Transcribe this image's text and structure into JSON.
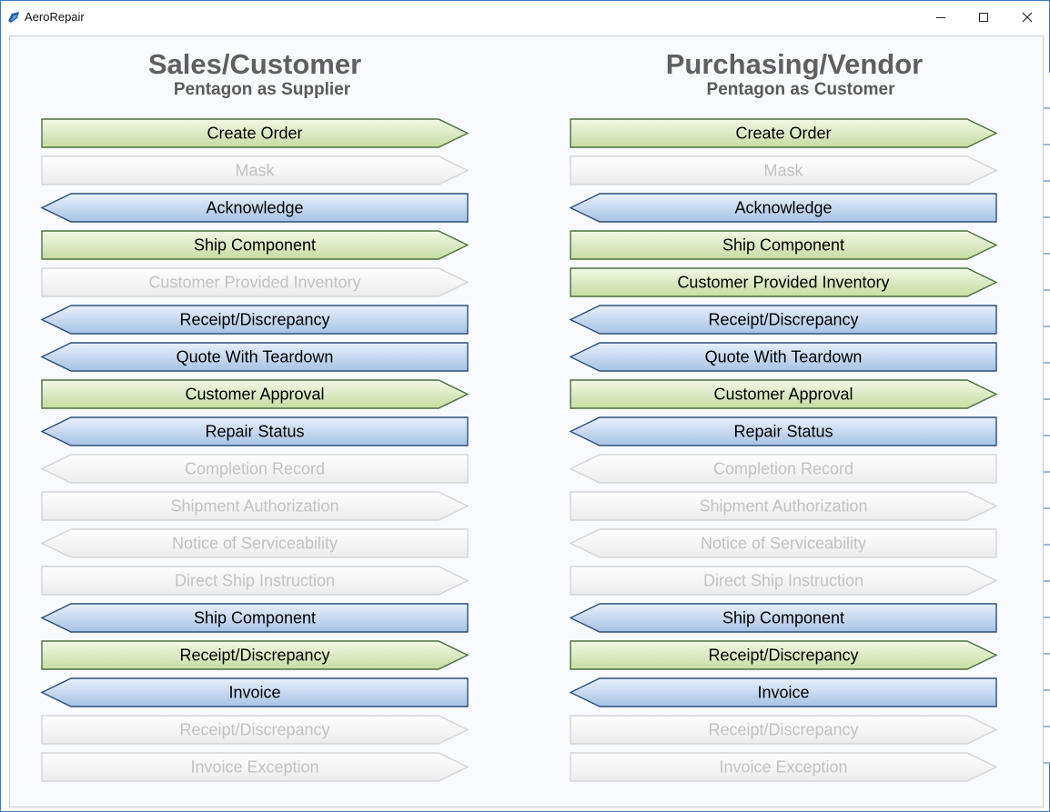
{
  "window": {
    "title": "AeroRepair"
  },
  "columns": [
    {
      "title": "Sales/Customer",
      "subtitle": "Pentagon as Supplier",
      "buttons": [
        {
          "label": "Create Order",
          "direction": "right",
          "style": "green"
        },
        {
          "label": "Mask",
          "direction": "right",
          "style": "disabled"
        },
        {
          "label": "Acknowledge",
          "direction": "left",
          "style": "blue"
        },
        {
          "label": "Ship Component",
          "direction": "right",
          "style": "green"
        },
        {
          "label": "Customer Provided Inventory",
          "direction": "right",
          "style": "disabled"
        },
        {
          "label": "Receipt/Discrepancy",
          "direction": "left",
          "style": "blue"
        },
        {
          "label": "Quote With Teardown",
          "direction": "left",
          "style": "blue"
        },
        {
          "label": "Customer Approval",
          "direction": "right",
          "style": "green"
        },
        {
          "label": "Repair Status",
          "direction": "left",
          "style": "blue"
        },
        {
          "label": "Completion Record",
          "direction": "left",
          "style": "disabled"
        },
        {
          "label": "Shipment Authorization",
          "direction": "right",
          "style": "disabled"
        },
        {
          "label": "Notice of Serviceability",
          "direction": "left",
          "style": "disabled"
        },
        {
          "label": "Direct Ship Instruction",
          "direction": "right",
          "style": "disabled"
        },
        {
          "label": "Ship Component",
          "direction": "left",
          "style": "blue"
        },
        {
          "label": "Receipt/Discrepancy",
          "direction": "right",
          "style": "green"
        },
        {
          "label": "Invoice",
          "direction": "left",
          "style": "blue"
        },
        {
          "label": "Receipt/Discrepancy",
          "direction": "right",
          "style": "disabled"
        },
        {
          "label": "Invoice Exception",
          "direction": "right",
          "style": "disabled"
        }
      ]
    },
    {
      "title": "Purchasing/Vendor",
      "subtitle": "Pentagon as Customer",
      "buttons": [
        {
          "label": "Create Order",
          "direction": "right",
          "style": "green"
        },
        {
          "label": "Mask",
          "direction": "right",
          "style": "disabled"
        },
        {
          "label": "Acknowledge",
          "direction": "left",
          "style": "blue"
        },
        {
          "label": "Ship Component",
          "direction": "right",
          "style": "green"
        },
        {
          "label": "Customer Provided Inventory",
          "direction": "right",
          "style": "green"
        },
        {
          "label": "Receipt/Discrepancy",
          "direction": "left",
          "style": "blue"
        },
        {
          "label": "Quote With Teardown",
          "direction": "left",
          "style": "blue"
        },
        {
          "label": "Customer Approval",
          "direction": "right",
          "style": "green"
        },
        {
          "label": "Repair Status",
          "direction": "left",
          "style": "blue"
        },
        {
          "label": "Completion Record",
          "direction": "left",
          "style": "disabled"
        },
        {
          "label": "Shipment Authorization",
          "direction": "right",
          "style": "disabled"
        },
        {
          "label": "Notice of Serviceability",
          "direction": "left",
          "style": "disabled"
        },
        {
          "label": "Direct Ship Instruction",
          "direction": "right",
          "style": "disabled"
        },
        {
          "label": "Ship Component",
          "direction": "left",
          "style": "blue"
        },
        {
          "label": "Receipt/Discrepancy",
          "direction": "right",
          "style": "green"
        },
        {
          "label": "Invoice",
          "direction": "left",
          "style": "blue"
        },
        {
          "label": "Receipt/Discrepancy",
          "direction": "right",
          "style": "disabled"
        },
        {
          "label": "Invoice Exception",
          "direction": "right",
          "style": "disabled"
        }
      ]
    }
  ],
  "colors": {
    "green_top": "#f2f8e6",
    "green_bottom": "#c6dca0",
    "green_border": "#4f7040",
    "blue_top": "#e8f0fb",
    "blue_bottom": "#a7c2e6",
    "blue_border": "#2c4f78",
    "disabled_top": "#ffffff",
    "disabled_bottom": "#ebebeb",
    "disabled_border": "#d6d6d6",
    "disabled_text": "#c3c3c3",
    "active_text": "#000000"
  }
}
